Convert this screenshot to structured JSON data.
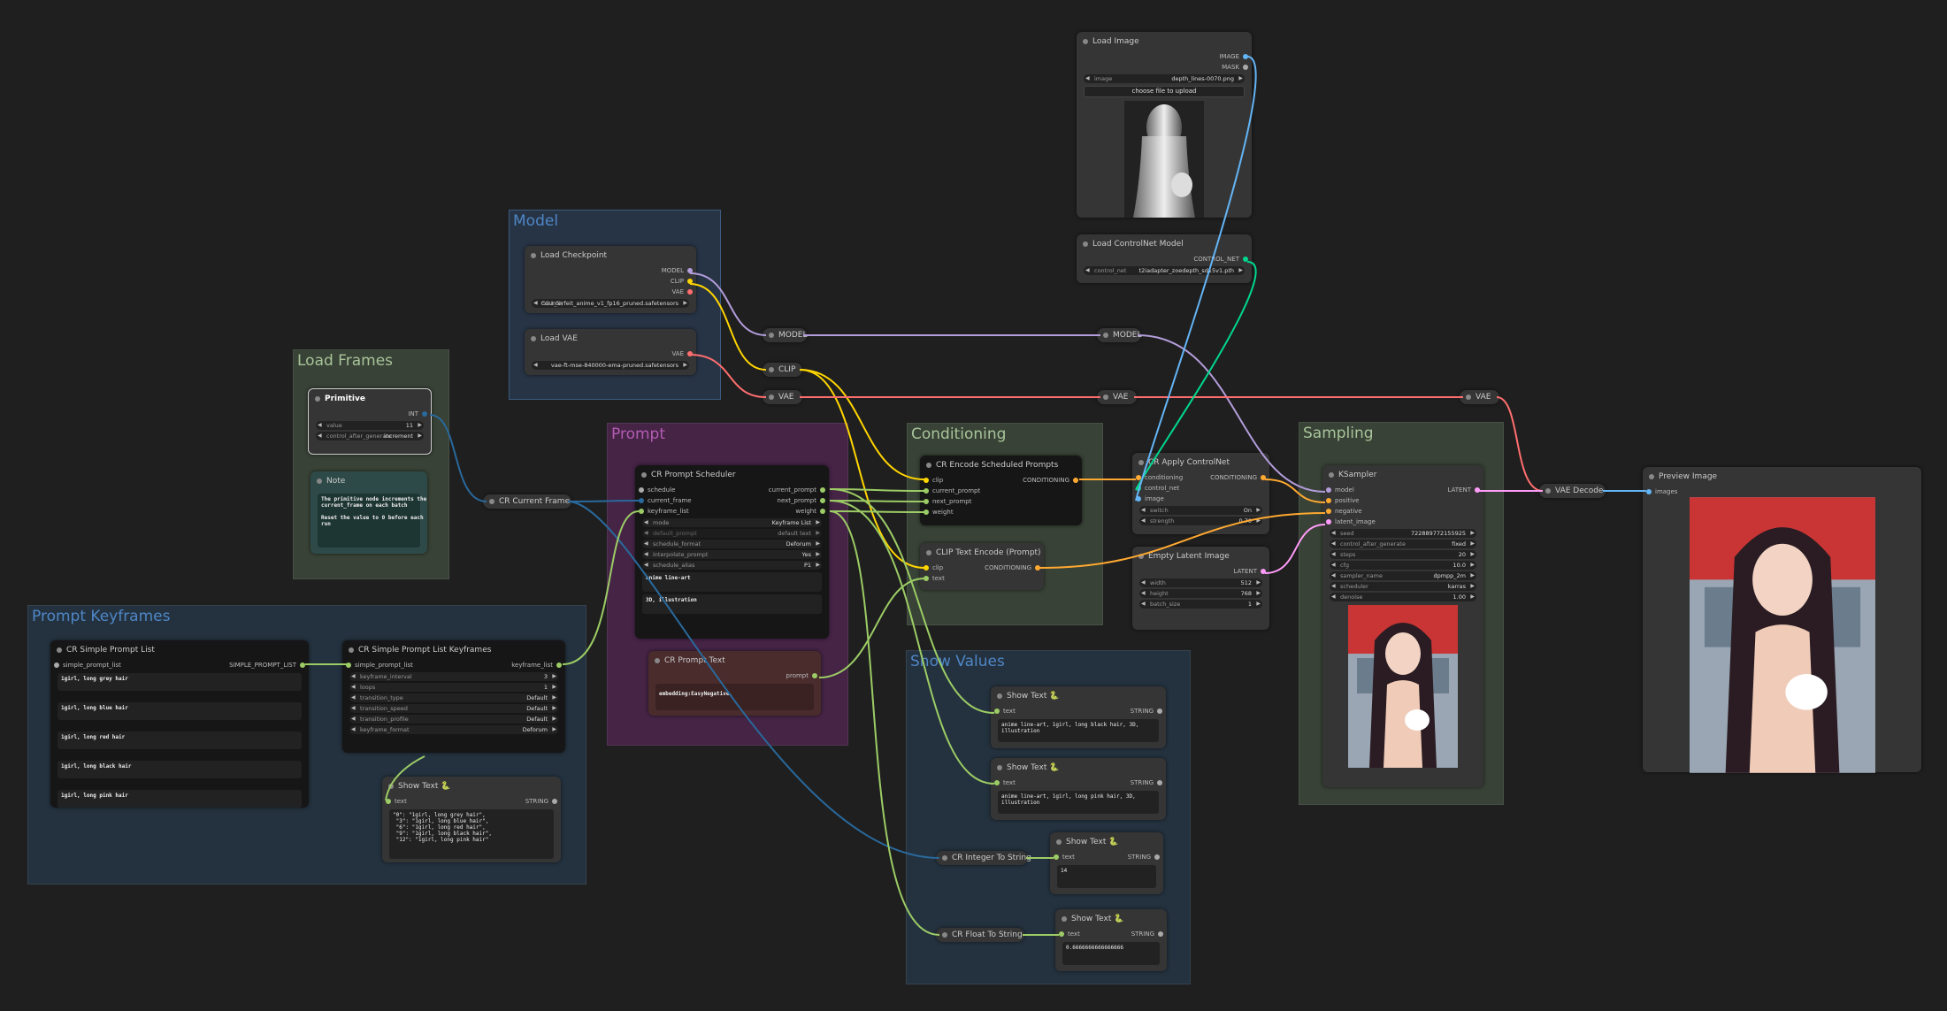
{
  "groups": {
    "model": "Model",
    "load_frames": "Load Frames",
    "prompt": "Prompt",
    "conditioning": "Conditioning",
    "sampling": "Sampling",
    "prompt_keyframes": "Prompt Keyframes",
    "show_values": "Show Values"
  },
  "load_image": {
    "title": "Load Image",
    "out_image": "IMAGE",
    "out_mask": "MASK",
    "image_label": "image",
    "image_value": "depth_lines-0070.png",
    "upload": "choose file to upload"
  },
  "controlnet_loader": {
    "title": "Load ControlNet Model",
    "out": "CONTROL_NET",
    "label": "control_net",
    "value": "t2iadapter_zoedepth_sd15v1.pth"
  },
  "checkpoint": {
    "title": "Load Checkpoint",
    "out_model": "MODEL",
    "out_clip": "CLIP",
    "out_vae": "VAE",
    "label": "SD1_5\\",
    "value": "Counterfeit_anime_v1_fp16_pruned.safetensors"
  },
  "vae_loader": {
    "title": "Load VAE",
    "out": "VAE",
    "value": "vae-ft-mse-840000-ema-pruned.safetensors"
  },
  "reroutes": {
    "model": "MODEL",
    "clip": "CLIP",
    "vae": "VAE",
    "model2": "MODEL",
    "vae2": "VAE",
    "vae3": "VAE"
  },
  "primitive": {
    "title": "Primitive",
    "out": "INT",
    "value_label": "value",
    "value": "11",
    "ctrl_label": "control_after_generate",
    "ctrl_value": "increment"
  },
  "note": {
    "title": "Note",
    "text": "The primitive node increments the\ncurrent_frame on each batch\n\nReset the value to 0 before each\nrun"
  },
  "current_frame": {
    "title": "CR Current Frame"
  },
  "scheduler": {
    "title": "CR Prompt Scheduler",
    "in": [
      "schedule",
      "current_frame",
      "keyframe_list"
    ],
    "out": [
      "current_prompt",
      "next_prompt",
      "weight"
    ],
    "widgets": [
      {
        "label": "mode",
        "value": "Keyframe List"
      },
      {
        "label": "default_prompt",
        "value": "default text"
      },
      {
        "label": "schedule_format",
        "value": "Deforum"
      },
      {
        "label": "interpolate_prompt",
        "value": "Yes"
      },
      {
        "label": "schedule_alias",
        "value": "P1"
      }
    ],
    "text1": "anime line-art",
    "text2": "3D, illustration"
  },
  "prompt_text": {
    "title": "CR Prompt Text",
    "out": "prompt",
    "text": "embedding:EasyNegative,"
  },
  "encode_sched": {
    "title": "CR Encode Scheduled Prompts",
    "in": [
      "clip",
      "current_prompt",
      "next_prompt",
      "weight"
    ],
    "out": "CONDITIONING"
  },
  "clip_encode": {
    "title": "CLIP Text Encode (Prompt)",
    "in": [
      "clip",
      "text"
    ],
    "out": "CONDITIONING"
  },
  "apply_cn": {
    "title": "CR Apply ControlNet",
    "in": [
      "conditioning",
      "control_net",
      "image"
    ],
    "out": "CONDITIONING",
    "widgets": [
      {
        "label": "switch",
        "value": "On"
      },
      {
        "label": "strength",
        "value": "0.70"
      }
    ]
  },
  "empty_latent": {
    "title": "Empty Latent Image",
    "out": "LATENT",
    "widgets": [
      {
        "label": "width",
        "value": "512"
      },
      {
        "label": "height",
        "value": "768"
      },
      {
        "label": "batch_size",
        "value": "1"
      }
    ]
  },
  "ksampler": {
    "title": "KSampler",
    "in": [
      "model",
      "positive",
      "negative",
      "latent_image"
    ],
    "out": "LATENT",
    "widgets": [
      {
        "label": "seed",
        "value": "722889772155925"
      },
      {
        "label": "control_after_generate",
        "value": "fixed"
      },
      {
        "label": "steps",
        "value": "20"
      },
      {
        "label": "cfg",
        "value": "10.0"
      },
      {
        "label": "sampler_name",
        "value": "dpmpp_2m"
      },
      {
        "label": "scheduler",
        "value": "karras"
      },
      {
        "label": "denoise",
        "value": "1.00"
      }
    ]
  },
  "vae_decode": {
    "title": "VAE Decode"
  },
  "preview": {
    "title": "Preview Image",
    "in": "images"
  },
  "simple_list": {
    "title": "CR Simple Prompt List",
    "in": "simple_prompt_list",
    "out": "SIMPLE_PROMPT_LIST",
    "items": [
      "1girl, long grey hair",
      "1girl, long blue hair",
      "1girl, long red hair",
      "1girl, long black hair",
      "1girl, long pink hair"
    ]
  },
  "list_keyframes": {
    "title": "CR Simple Prompt List Keyframes",
    "in": "simple_prompt_list",
    "out": "keyframe_list",
    "widgets": [
      {
        "label": "keyframe_interval",
        "value": "3"
      },
      {
        "label": "loops",
        "value": "1"
      },
      {
        "label": "transition_type",
        "value": "Default"
      },
      {
        "label": "transition_speed",
        "value": "Default"
      },
      {
        "label": "transition_profile",
        "value": "Default"
      },
      {
        "label": "keyframe_format",
        "value": "Deforum"
      }
    ]
  },
  "show1": {
    "title": "Show Text 🐍",
    "in": "text",
    "out": "STRING",
    "text": "\"0\": \"1girl, long grey hair\",\n \"3\": \"1girl, long blue hair\",\n \"6\": \"1girl, long red hair\",\n \"9\": \"1girl, long black hair\",\n \"12\": \"1girl, long pink hair\""
  },
  "show2": {
    "title": "Show Text 🐍",
    "in": "text",
    "out": "STRING",
    "text": "anime line-art, 1girl, long black hair, 3D,\nillustration"
  },
  "show3": {
    "title": "Show Text 🐍",
    "in": "text",
    "out": "STRING",
    "text": "anime line-art, 1girl, long pink hair, 3D,\nillustration"
  },
  "show4": {
    "title": "Show Text 🐍",
    "in": "text",
    "out": "STRING",
    "text": "14"
  },
  "show5": {
    "title": "Show Text 🐍",
    "in": "text",
    "out": "STRING",
    "text": "0.6666666666666666"
  },
  "int_to_string": {
    "title": "CR Integer To String"
  },
  "float_to_string": {
    "title": "CR Float To String"
  },
  "colors": {
    "model": "#b39ddb",
    "clip": "#ffd500",
    "vae": "#ff6e6e",
    "int": "#29699c",
    "string": "#9ccc65",
    "conditioning": "#ffa931",
    "latent": "#ff9cf9",
    "image": "#64b5f6",
    "control_net": "#00d78d"
  }
}
